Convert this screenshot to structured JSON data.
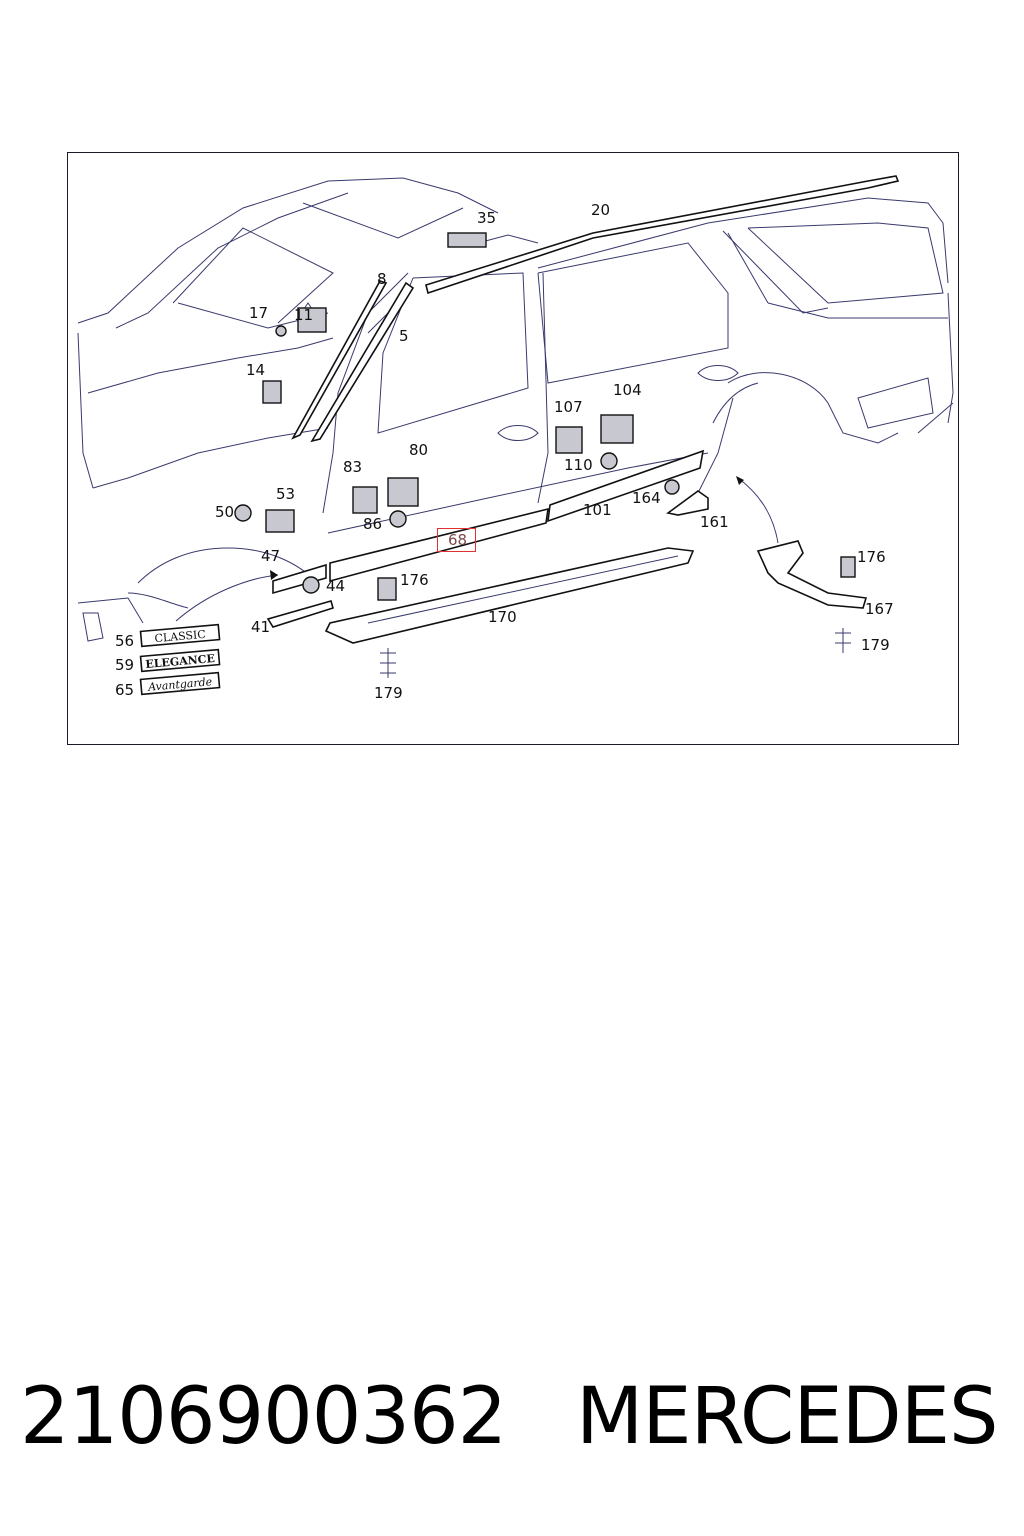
{
  "diagram": {
    "callouts": [
      {
        "id": "c35",
        "label": "35"
      },
      {
        "id": "c20",
        "label": "20"
      },
      {
        "id": "c8",
        "label": "8"
      },
      {
        "id": "c17",
        "label": "17"
      },
      {
        "id": "c11",
        "label": "11"
      },
      {
        "id": "c5",
        "label": "5"
      },
      {
        "id": "c14",
        "label": "14"
      },
      {
        "id": "c107",
        "label": "107"
      },
      {
        "id": "c104",
        "label": "104"
      },
      {
        "id": "c80",
        "label": "80"
      },
      {
        "id": "c83",
        "label": "83"
      },
      {
        "id": "c110",
        "label": "110"
      },
      {
        "id": "c164",
        "label": "164"
      },
      {
        "id": "c50",
        "label": "50"
      },
      {
        "id": "c53",
        "label": "53"
      },
      {
        "id": "c101",
        "label": "101"
      },
      {
        "id": "c161",
        "label": "161"
      },
      {
        "id": "c86",
        "label": "86"
      },
      {
        "id": "c68",
        "label": "68"
      },
      {
        "id": "c47",
        "label": "47"
      },
      {
        "id": "c176a",
        "label": "176"
      },
      {
        "id": "c176b",
        "label": "176"
      },
      {
        "id": "c44",
        "label": "44"
      },
      {
        "id": "c170",
        "label": "170"
      },
      {
        "id": "c167",
        "label": "167"
      },
      {
        "id": "c41",
        "label": "41"
      },
      {
        "id": "c56",
        "label": "56"
      },
      {
        "id": "c179a",
        "label": "179"
      },
      {
        "id": "c59",
        "label": "59"
      },
      {
        "id": "c65",
        "label": "65"
      },
      {
        "id": "c179b",
        "label": "179"
      }
    ],
    "highlighted_part": "68",
    "badges": {
      "classic": "CLASSIC",
      "elegance": "ELEGANCE",
      "avantgarde": "Avantgarde"
    },
    "colors": {
      "line": "#3a3a6e",
      "highlight_border": "#e23030"
    }
  },
  "footer": {
    "part_number": "2106900362",
    "brand": "MERCEDES"
  }
}
